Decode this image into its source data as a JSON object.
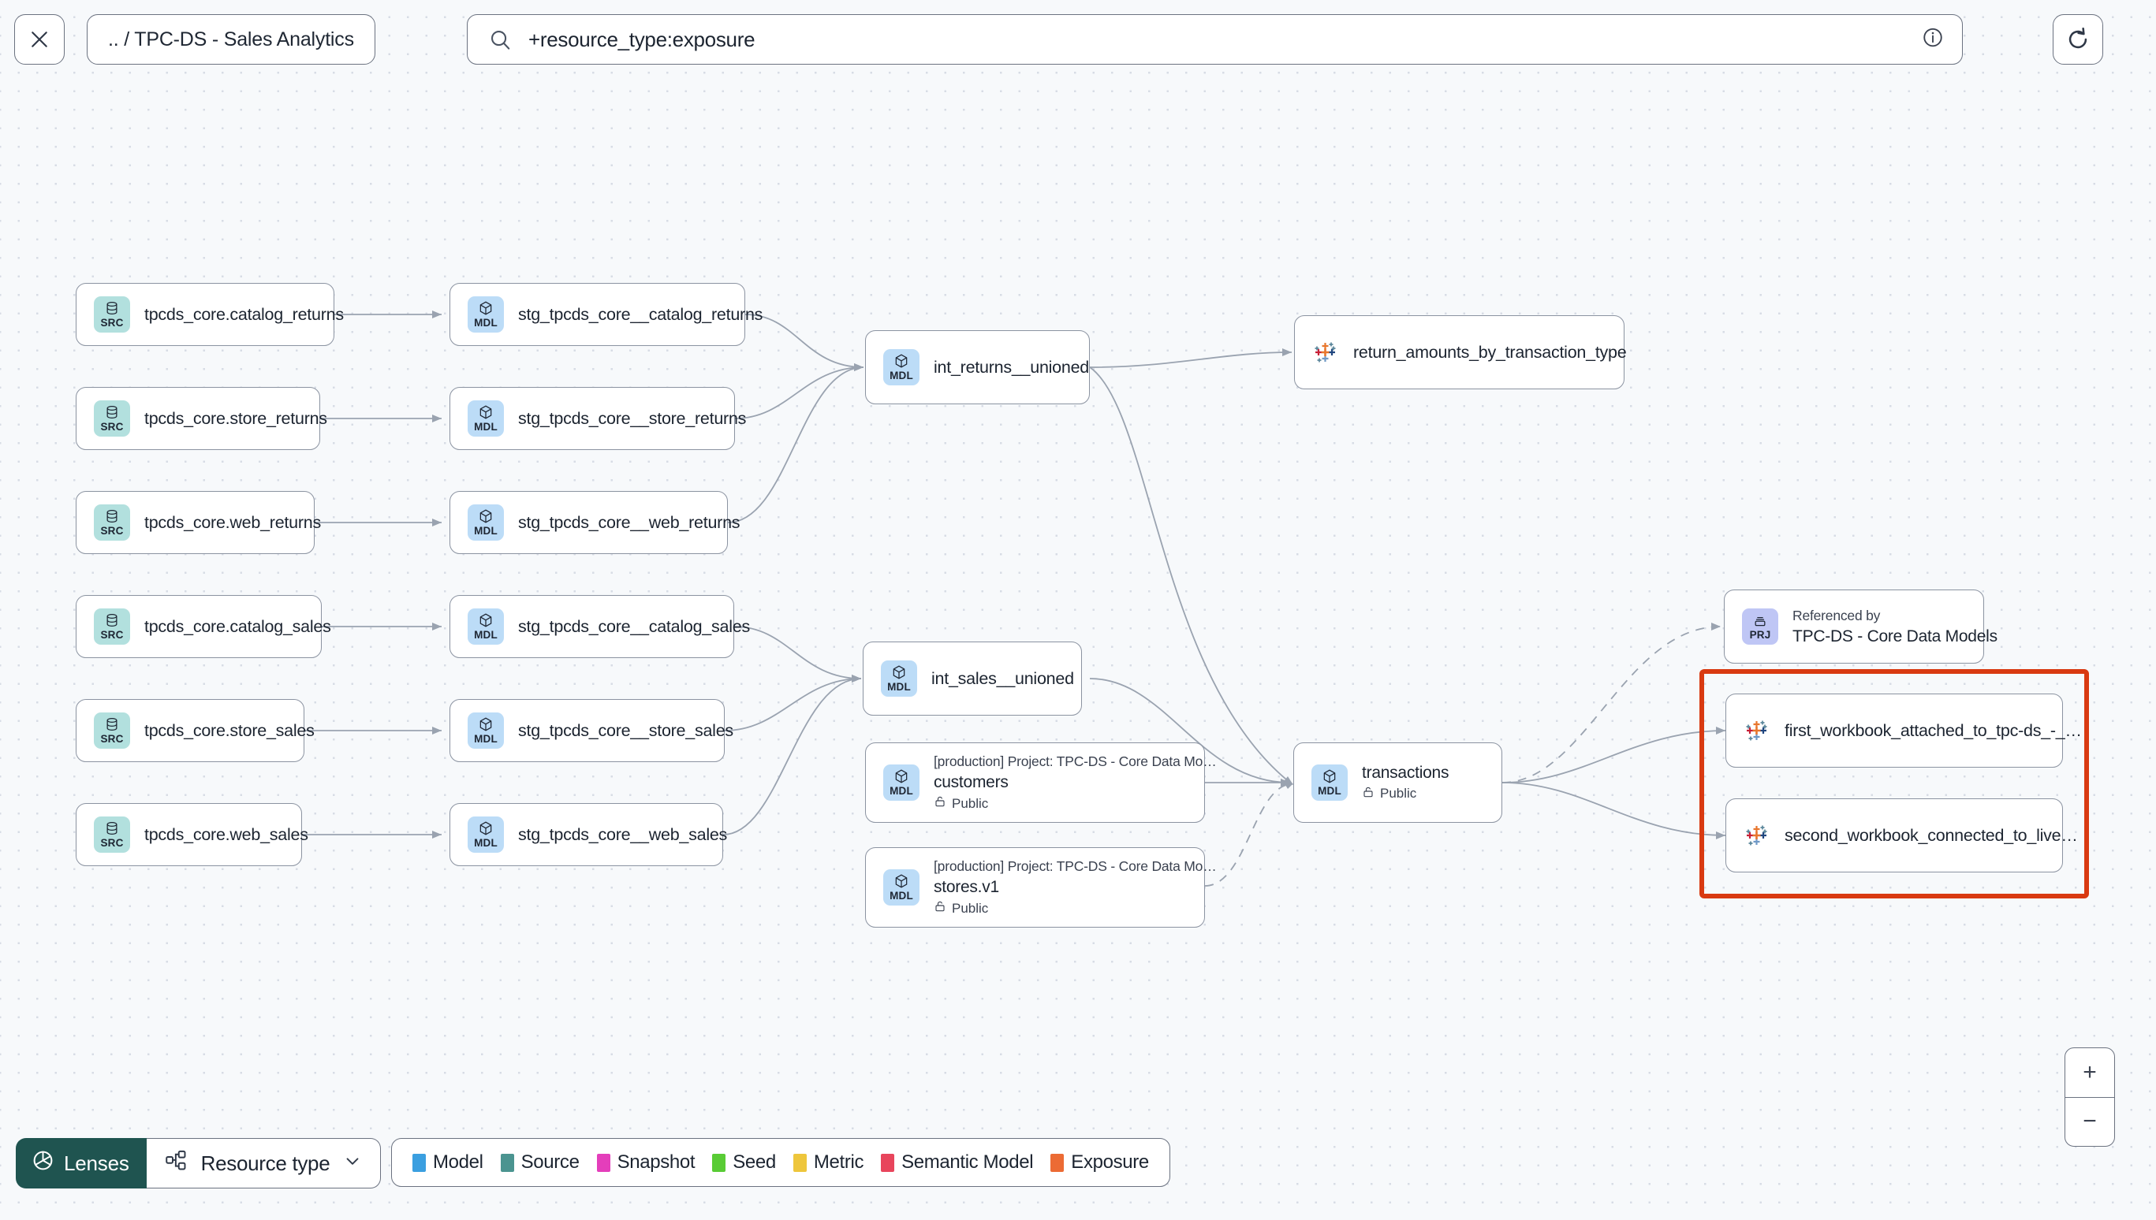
{
  "topbar": {
    "close_icon": "close-icon",
    "breadcrumb": ".. / TPC-DS - Sales Analytics",
    "search": {
      "icon": "search-icon",
      "value": "+resource_type:exposure",
      "info_icon": "info-icon"
    },
    "refresh_icon": "refresh-icon"
  },
  "graph": {
    "sources": [
      {
        "badge": "SRC",
        "label": "tpcds_core.catalog_returns"
      },
      {
        "badge": "SRC",
        "label": "tpcds_core.store_returns"
      },
      {
        "badge": "SRC",
        "label": "tpcds_core.web_returns"
      },
      {
        "badge": "SRC",
        "label": "tpcds_core.catalog_sales"
      },
      {
        "badge": "SRC",
        "label": "tpcds_core.store_sales"
      },
      {
        "badge": "SRC",
        "label": "tpcds_core.web_sales"
      }
    ],
    "staging": [
      {
        "badge": "MDL",
        "label": "stg_tpcds_core__catalog_returns"
      },
      {
        "badge": "MDL",
        "label": "stg_tpcds_core__store_returns"
      },
      {
        "badge": "MDL",
        "label": "stg_tpcds_core__web_returns"
      },
      {
        "badge": "MDL",
        "label": "stg_tpcds_core__catalog_sales"
      },
      {
        "badge": "MDL",
        "label": "stg_tpcds_core__store_sales"
      },
      {
        "badge": "MDL",
        "label": "stg_tpcds_core__web_sales"
      }
    ],
    "intermediate": [
      {
        "badge": "MDL",
        "label": "int_returns__unioned"
      },
      {
        "badge": "MDL",
        "label": "int_sales__unioned"
      }
    ],
    "project_models": [
      {
        "badge": "MDL",
        "subtitle": "[production] Project: TPC-DS - Core Data Mo…",
        "name": "customers",
        "access": "Public"
      },
      {
        "badge": "MDL",
        "subtitle": "[production] Project: TPC-DS - Core Data Mo…",
        "name": "stores.v1",
        "access": "Public"
      }
    ],
    "transactions": {
      "badge": "MDL",
      "name": "transactions",
      "access": "Public"
    },
    "referenced_by": {
      "badge": "PRJ",
      "subtitle": "Referenced by",
      "name": "TPC-DS - Core Data Models"
    },
    "exposures": [
      {
        "icon": "tableau-icon",
        "label": "return_amounts_by_transaction_type"
      },
      {
        "icon": "tableau-icon",
        "label": "first_workbook_attached_to_tpc-ds_-_…"
      },
      {
        "icon": "tableau-icon",
        "label": "second_workbook_connected_to_live…"
      }
    ],
    "highlight_color": "#d93a11"
  },
  "bottom": {
    "lenses_label": "Lenses",
    "lenses_icon": "aperture-icon",
    "resource_type_label": "Resource type",
    "resource_type_icon": "nodes-icon",
    "chevron_icon": "chevron-down-icon",
    "legend": [
      {
        "label": "Model",
        "color": "#3b9fe0"
      },
      {
        "label": "Source",
        "color": "#4b9490"
      },
      {
        "label": "Snapshot",
        "color": "#e43ebb"
      },
      {
        "label": "Seed",
        "color": "#59cc35"
      },
      {
        "label": "Metric",
        "color": "#eec63c"
      },
      {
        "label": "Semantic Model",
        "color": "#e8455c"
      },
      {
        "label": "Exposure",
        "color": "#ec6b34"
      }
    ]
  },
  "zoom_controls": {
    "zoom_in": "+",
    "zoom_out": "−"
  }
}
